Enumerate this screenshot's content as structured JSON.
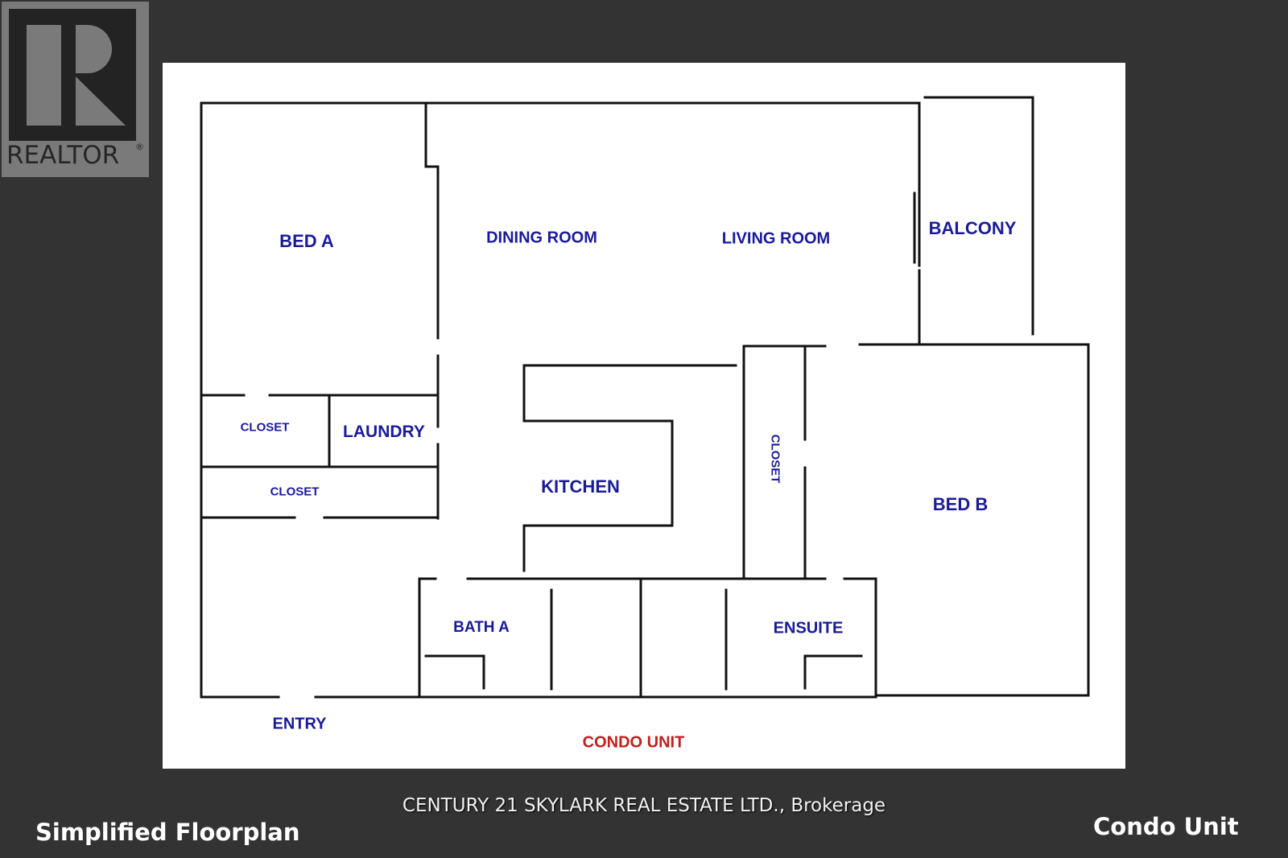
{
  "logo": {
    "mark_letter": "R",
    "wordmark": "REALTOR",
    "registered": "®"
  },
  "plan": {
    "labels": {
      "bed_a": "BED A",
      "dining_room": "DINING ROOM",
      "living_room": "LIVING ROOM",
      "balcony": "BALCONY",
      "closet_a1": "CLOSET",
      "laundry": "LAUNDRY",
      "closet_a2": "CLOSET",
      "kitchen": "KITCHEN",
      "closet_b": "CLOSET",
      "bed_b": "BED B",
      "bath_a": "BATH A",
      "ensuite": "ENSUITE",
      "entry": "ENTRY",
      "unit_type": "CONDO UNIT"
    },
    "colors": {
      "label": "#1a1a9a",
      "unit_label": "#c0201e",
      "wall": "#111111",
      "background": "#333333",
      "sheet": "#ffffff"
    }
  },
  "footer": {
    "brokerage": "CENTURY 21 SKYLARK REAL ESTATE LTD., Brokerage",
    "left_caption": "Simplified Floorplan",
    "right_caption": "Condo Unit"
  }
}
